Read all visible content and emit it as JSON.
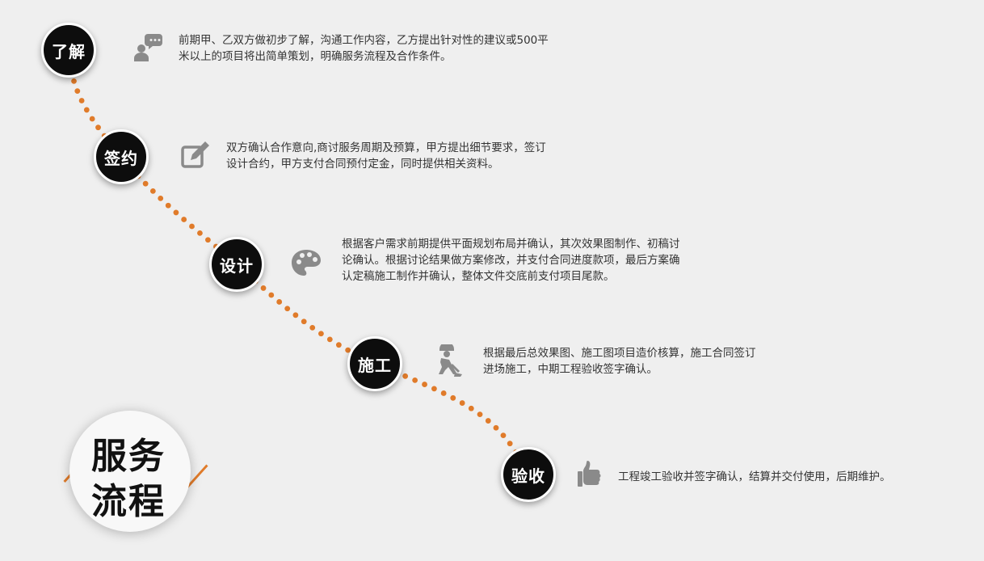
{
  "colors": {
    "background": "#efefef",
    "dot": "#e07b2a",
    "circle": "#0d0d0d",
    "icon": "#8a8a8a",
    "text": "#333333"
  },
  "steps": [
    {
      "label": "了解",
      "icon": "chat-person-icon",
      "lines": [
        "前期甲、乙双方做初步了解，沟通工作内容，乙方提出针对性的建议或500平",
        "米以上的项目将出简单策划，明确服务流程及合作条件。"
      ]
    },
    {
      "label": "签约",
      "icon": "edit-icon",
      "lines": [
        "双方确认合作意向,商讨服务周期及预算，甲方提出细节要求，签订",
        "设计合约，甲方支付合同预付定金，同时提供相关资料。"
      ]
    },
    {
      "label": "设计",
      "icon": "palette-icon",
      "lines": [
        "根据客户需求前期提供平面规划布局并确认，其次效果图制作、初稿讨",
        "论确认。根据讨论结果做方案修改，并支付合同进度款项，最后方案确",
        "认定稿施工制作并确认，整体文件交底前支付项目尾款。"
      ]
    },
    {
      "label": "施工",
      "icon": "worker-icon",
      "lines": [
        "根据最后总效果图、施工图项目造价核算，施工合同签订",
        "进场施工，中期工程验收签字确认。"
      ]
    },
    {
      "label": "验收",
      "icon": "thumbs-up-icon",
      "lines": [
        "工程竣工验收并签字确认，结算并交付使用，后期维护。"
      ]
    }
  ],
  "badge": {
    "line1": "服务",
    "line2": "流程"
  }
}
